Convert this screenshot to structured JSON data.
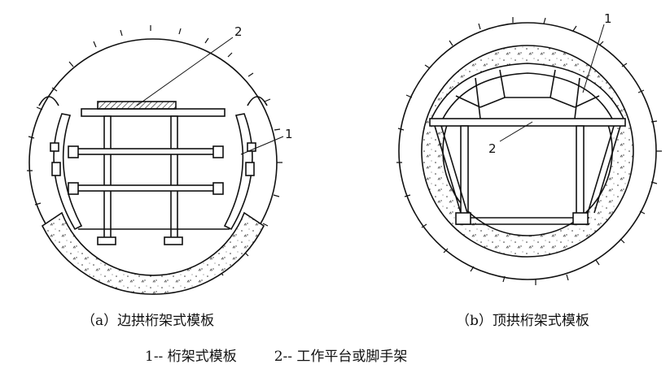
{
  "diagram": {
    "panel_a": {
      "caption": "（a）边拱桁架式模板",
      "callouts": [
        "1",
        "2"
      ]
    },
    "panel_b": {
      "caption": "（b）顶拱桁架式模板",
      "callouts": [
        "1",
        "2"
      ]
    }
  },
  "legend": {
    "item_1": "1-- 桁架式模板",
    "item_2": "2-- 工作平台或脚手架"
  },
  "colors": {
    "line": "#111111",
    "background": "#ffffff"
  }
}
